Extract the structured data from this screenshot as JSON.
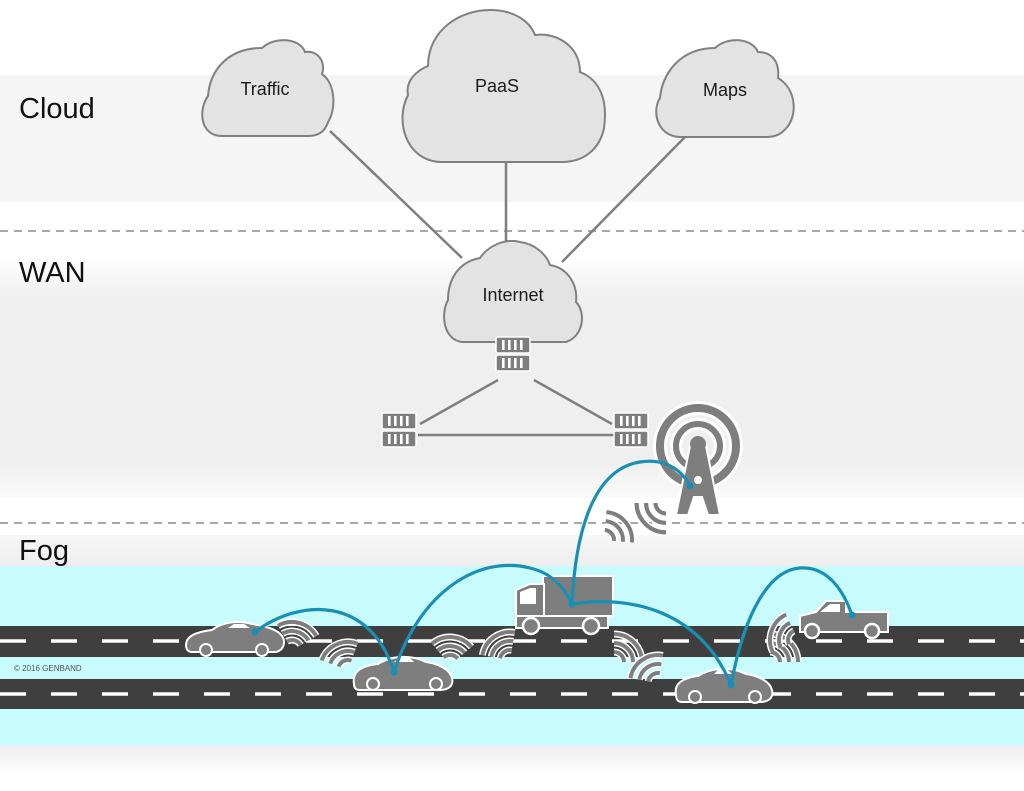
{
  "layers": [
    {
      "id": "cloud",
      "label": "Cloud"
    },
    {
      "id": "wan",
      "label": "WAN"
    },
    {
      "id": "fog",
      "label": "Fog"
    }
  ],
  "clouds": {
    "traffic": "Traffic",
    "paas": "PaaS",
    "maps": "Maps",
    "internet": "Internet"
  },
  "copyright": "© 2016 GENBAND",
  "colors": {
    "accent_link": "#1a8fb5",
    "fog_band": "#c8fbfd",
    "road": "#3f3f3f",
    "icon_gray": "#7e7e7e",
    "cloud_fill": "#e3e3e3"
  },
  "nodes": {
    "routers": [
      "router-top",
      "router-left",
      "router-right"
    ],
    "tower": "cell-tower",
    "vehicles": [
      "sports-car",
      "sedan-lower-left",
      "truck",
      "sedan-lower-right",
      "pickup-truck"
    ]
  }
}
